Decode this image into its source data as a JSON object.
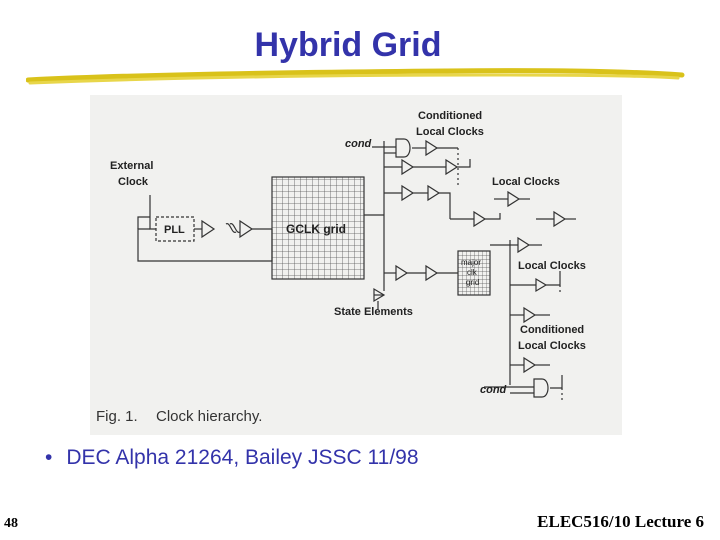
{
  "slide": {
    "title": "Hybrid Grid",
    "bullet": "DEC Alpha 21264, Bailey JSSC 11/98",
    "page_number": "48",
    "footer": "ELEC516/10 Lecture 6"
  },
  "figure": {
    "caption_prefix": "Fig. 1.",
    "caption_text": "Clock hierarchy.",
    "labels": {
      "external_clock_1": "External",
      "external_clock_2": "Clock",
      "pll": "PLL",
      "gclk_grid": "GCLK grid",
      "cond_top": "cond",
      "conditioned_top_1": "Conditioned",
      "conditioned_top_2": "Local Clocks",
      "local_clocks_1": "Local Clocks",
      "major_1": "major",
      "major_2": "clk",
      "major_3": "grid",
      "local_clocks_2": "Local Clocks",
      "state_elements": "State Elements",
      "conditioned_bottom_1": "Conditioned",
      "conditioned_bottom_2": "Local Clocks",
      "cond_bottom": "cond"
    }
  },
  "colors": {
    "title": "#3333aa",
    "bullet": "#3333aa",
    "underline": "#d9c21a",
    "figure_background": "#f1f1ef"
  }
}
